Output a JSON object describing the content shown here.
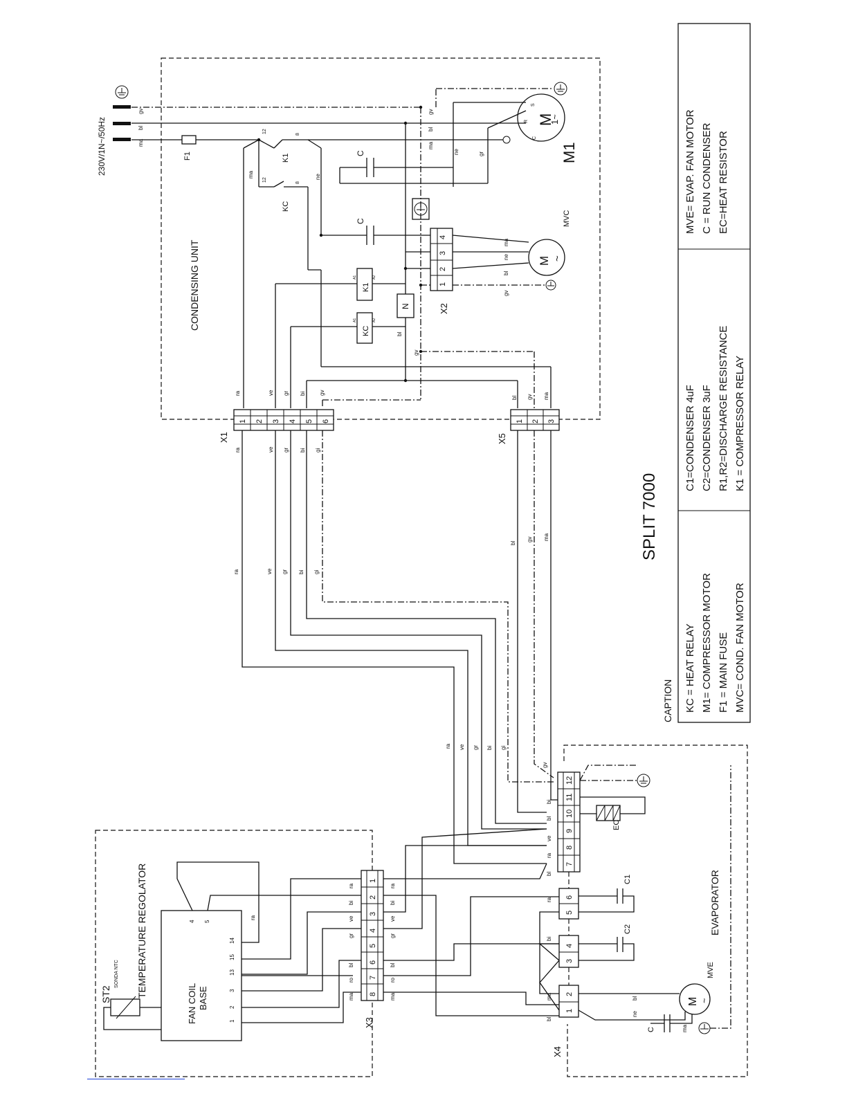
{
  "title": "SPLIT 7000",
  "supply": "230V/1N~/50Hz",
  "units": {
    "condensing": "CONDENSING UNIT",
    "evaporator": "EVAPORATOR",
    "regulator": "TEMPERATURE REGOLATOR",
    "fan_coil_line1": "FAN COIL",
    "fan_coil_line2": "BASE",
    "probe": "ST2",
    "probe_sub": "SONDA NTC"
  },
  "components": {
    "fuse": "F1",
    "relay_k1": "K1",
    "relay_kc": "KC",
    "n_block": "N",
    "capacitor": "C",
    "c1": "C1",
    "c2": "C2",
    "ec": "EC",
    "motor_m": "M",
    "motor_tilde": "~",
    "motor_m1": "M1",
    "m1_phase": "1~",
    "mvc": "MVC",
    "mve": "MVE",
    "m1_terminals": [
      "S",
      "R",
      "C"
    ],
    "coil_a1": "A1",
    "coil_a2": "A2",
    "k1_contacts": [
      "12",
      "8",
      "12",
      "8"
    ]
  },
  "terminal_blocks": {
    "x1": {
      "label": "X1",
      "pins": [
        "1",
        "2",
        "3",
        "4",
        "5",
        "6"
      ]
    },
    "x2": {
      "label": "X2",
      "pins": [
        "1",
        "2",
        "3",
        "4"
      ]
    },
    "x3": {
      "label": "X3",
      "pins": [
        "1",
        "2",
        "3",
        "4",
        "5",
        "6",
        "7",
        "8"
      ]
    },
    "x4": {
      "label": "X4",
      "pins": [
        "1",
        "2",
        "3",
        "4",
        "5",
        "6"
      ]
    },
    "x5": {
      "label": "X5",
      "pins": [
        "1",
        "2",
        "3"
      ]
    },
    "evap": {
      "pins": [
        "7",
        "8",
        "9",
        "10",
        "11",
        "12"
      ]
    },
    "fancoil": {
      "pins": [
        "1",
        "2",
        "3",
        "13",
        "15",
        "14",
        "4",
        "5"
      ]
    }
  },
  "wire_colors": {
    "supply": [
      "gv",
      "bl",
      "ma"
    ],
    "x1_top": [
      "ra",
      "ve",
      "gr",
      "bi",
      "gv"
    ],
    "x1_bottom": [
      "ra",
      "ve",
      "gr",
      "bi",
      "gi"
    ],
    "mid": [
      "ra",
      "ve",
      "gr",
      "bi",
      "gi"
    ],
    "x5_top": [
      "bl",
      "gv",
      "ma"
    ],
    "x5_bottom": [
      "bl",
      "gv",
      "ma"
    ],
    "evap_entry": [
      "ra",
      "ve",
      "gr",
      "bi",
      "gi",
      "gv"
    ],
    "x3_left": [
      "ra",
      "bi",
      "ve",
      "gr",
      "bl",
      "ro",
      "ma"
    ],
    "x3_right": [
      "ra",
      "bi",
      "ve",
      "gr",
      "bl",
      "ro",
      "ma"
    ],
    "right_area": [
      "gv",
      "bl",
      "ma",
      "ne",
      "gr",
      "ma",
      "ne",
      "bi",
      "bl",
      "ne",
      "ma",
      "gv",
      "bl",
      "ra",
      "ve",
      "gr",
      "bl",
      "ma"
    ],
    "x4": [
      "ra",
      "bi",
      "ma",
      "bl",
      "bl",
      "ne",
      "ma"
    ],
    "fancoil_ra": "ra"
  },
  "caption": {
    "heading": "CAPTION",
    "col1": [
      "KC = HEAT RELAY",
      "M1= COMPRESSOR MOTOR",
      "F1 = MAIN FUSE",
      "MVC= COND. FAN MOTOR"
    ],
    "col2": [
      "C1=CONDENSER 4uF",
      "C2=CONDENSER 3uF",
      "R1,R2=DISCHARGE RESISTANCE",
      "K1 = COMPRESSOR RELAY"
    ],
    "col3": [
      "MVE= EVAP. FAN MOTOR",
      "C = RUN CONDENSER",
      "EC=HEAT RESISTOR"
    ]
  }
}
